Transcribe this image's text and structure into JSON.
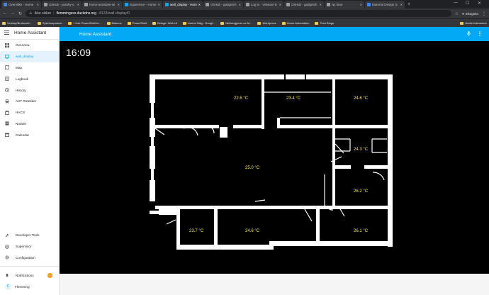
{
  "browser": {
    "tabs": [
      {
        "label": "Overvåke - Home",
        "color": "#4285f4"
      },
      {
        "label": "GitHub - pranky-o",
        "color": "#9aa0a6"
      },
      {
        "label": "home-assistant-wi",
        "color": "#9aa0a6"
      },
      {
        "label": "Supervisor - Home",
        "color": "#03a9f4"
      },
      {
        "label": "wall_display - Hom",
        "color": "#03a9f4",
        "active": true
      },
      {
        "label": "GitHub - gadgetch",
        "color": "#9aa0a6"
      },
      {
        "label": "Log in - VMware E",
        "color": "#9aa0a6"
      },
      {
        "label": "GitHub - gadgetch",
        "color": "#9aa0a6"
      },
      {
        "label": "Ny fane",
        "color": "#9aa0a6"
      },
      {
        "label": "Material Design Ic",
        "color": "#4285f4"
      }
    ],
    "url_secure_label": "Ikke sikker",
    "url_host": "flemmingsss.duckdns.org",
    "url_path": ":8123/wall-display/0",
    "profile_label": "Inkognito",
    "bookmarks": [
      "Verktøy/Bruksnett...",
      "Sykehuspartner",
      "+ Use PowerShell to...",
      "iMacros",
      "PowerShell",
      "Deluge: Web UI",
      "Lisens Salg - Googl...",
      "Nettvergjoner av M...",
      "Wordpress",
      "Home Automation",
      "Tech Blogs"
    ],
    "other_bookmarks": "Andre bokmerker"
  },
  "sidebar": {
    "title": "Home Assistant",
    "items": [
      {
        "label": "Overview",
        "icon": "overview-icon"
      },
      {
        "label": "wall_display",
        "icon": "monitor-icon",
        "active": true
      },
      {
        "label": "Map",
        "icon": "map-icon"
      },
      {
        "label": "Logbook",
        "icon": "logbook-icon"
      },
      {
        "label": "History",
        "icon": "history-icon"
      },
      {
        "label": "AKT Rutetider",
        "icon": "bus-icon"
      },
      {
        "label": "HACS",
        "icon": "hacs-icon"
      },
      {
        "label": "Notater",
        "icon": "notes-icon"
      },
      {
        "label": "Calendar",
        "icon": "calendar-icon"
      }
    ],
    "bottom": {
      "developer_tools": "Developer Tools",
      "supervisor": "Supervisor",
      "configuration": "Configuration",
      "notifications": "Notifications",
      "notifications_count": "1",
      "user": "Flemming",
      "user_initial": "F"
    }
  },
  "header": {
    "title": "Home Assistant"
  },
  "dashboard": {
    "clock": "16:09",
    "rooms": [
      {
        "name": "room-top-left",
        "temp": "22.6 °C"
      },
      {
        "name": "room-top-middle",
        "temp": "23.4 °C"
      },
      {
        "name": "room-top-right",
        "temp": "24.6 °C"
      },
      {
        "name": "room-right-middle",
        "temp": "24.3 °C"
      },
      {
        "name": "room-living",
        "temp": "25.0 °C"
      },
      {
        "name": "room-right-lower",
        "temp": "26.2 °C"
      },
      {
        "name": "room-bottom-left",
        "temp": "23.7 °C"
      },
      {
        "name": "room-bottom-middle",
        "temp": "24.6 °C"
      },
      {
        "name": "room-bottom-right",
        "temp": "26.1 °C"
      }
    ]
  },
  "colors": {
    "accent": "#03a9f4",
    "temp_text": "#ffeb3b",
    "badge": "#ff9800"
  }
}
